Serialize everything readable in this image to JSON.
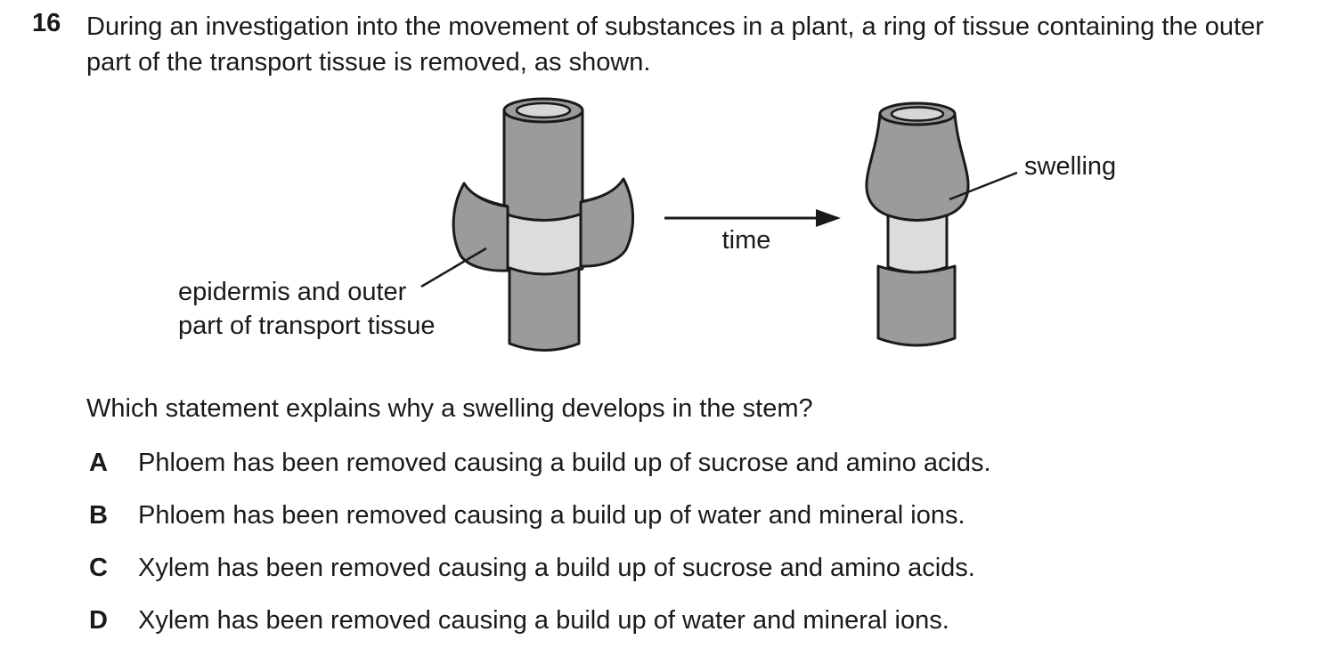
{
  "question": {
    "number": "16",
    "stem": "During an investigation into the movement of substances in a plant, a ring of tissue containing the outer part of the transport tissue is removed, as shown.",
    "prompt": "Which statement explains why a swelling develops in the stem?"
  },
  "diagram": {
    "labels": {
      "time": "time",
      "swelling": "swelling",
      "epidermis_line1": "epidermis and outer",
      "epidermis_line2": "part of transport tissue"
    },
    "colors": {
      "stem_gray": "#9b9b9b",
      "cut_surface": "#dcdcdc",
      "inner_opening": "#d6d6d6",
      "outline": "#1a1a1a"
    }
  },
  "options": [
    {
      "letter": "A",
      "text": "Phloem has been removed causing a build up of sucrose and amino acids."
    },
    {
      "letter": "B",
      "text": "Phloem has been removed causing a build up of water and mineral ions."
    },
    {
      "letter": "C",
      "text": "Xylem has been removed causing a build up of sucrose and amino acids."
    },
    {
      "letter": "D",
      "text": "Xylem has been removed causing a build up of water and mineral ions."
    }
  ]
}
